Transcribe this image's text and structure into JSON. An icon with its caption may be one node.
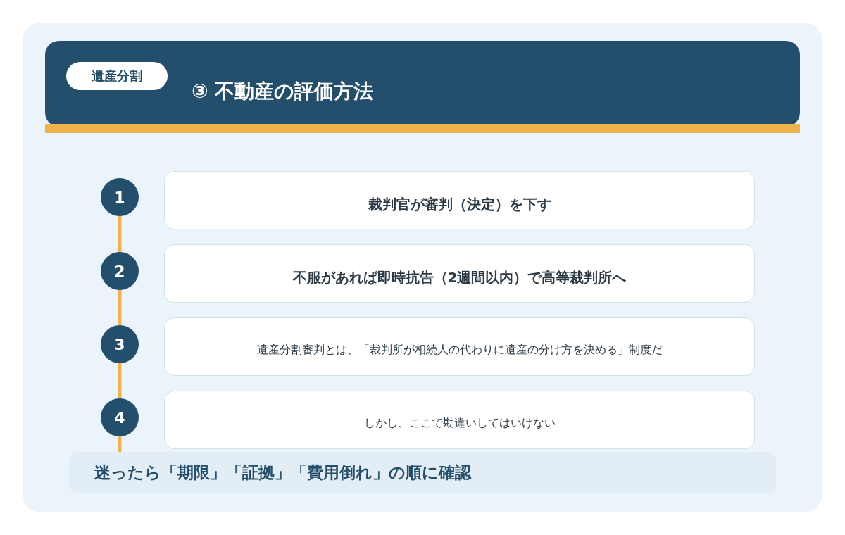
{
  "diagram": {
    "title": "③ 不動産の評価方法",
    "nodes": [
      {
        "text": [
          "遺産分割"
        ]
      },
      {
        "text": [
          "1"
        ]
      },
      {
        "text": [
          "裁判官が審判（決定）を下す"
        ]
      },
      {
        "text": [
          "2"
        ]
      },
      {
        "text": [
          "不服があれば即時抗告（2週間以内）で高等裁判所へ"
        ]
      },
      {
        "text": [
          "3"
        ]
      },
      {
        "text": [
          "遺産分割審判とは、「裁判所が相続人の代わりに遺産の分け方を決める」制度だ"
        ]
      },
      {
        "text": [
          "4"
        ]
      },
      {
        "text": [
          "しかし、ここで勘違いしてはいけない"
        ]
      },
      {
        "text": [
          "迷ったら「期限」「証拠」「費用倒れ」の順に確認"
        ]
      }
    ],
    "edges": [
      {
        "from": 1,
        "to": 3,
        "arrow": "none"
      },
      {
        "from": 3,
        "to": 5,
        "arrow": "none"
      },
      {
        "from": 5,
        "to": 7,
        "arrow": "none"
      },
      {
        "from": 7,
        "to": 9,
        "arrow": "none"
      }
    ]
  }
}
